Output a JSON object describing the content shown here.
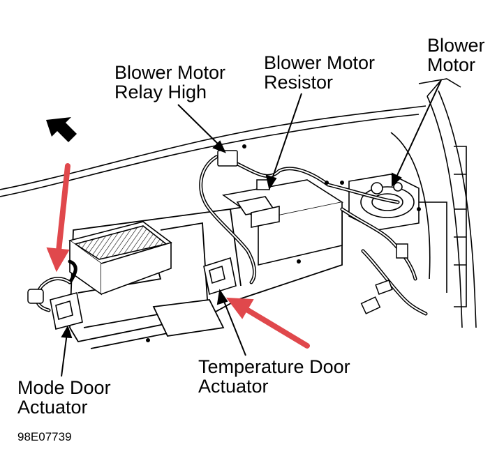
{
  "labels": {
    "relay": [
      "Blower Motor",
      "Relay High"
    ],
    "resistor": [
      "Blower Motor",
      "Resistor"
    ],
    "motor": [
      "Blower",
      "Motor"
    ],
    "temp_actuator": [
      "Temperature Door",
      "Actuator"
    ],
    "mode_actuator": [
      "Mode Door",
      "Actuator"
    ],
    "figure_code": "98E07739"
  },
  "colors": {
    "ink": "#000000",
    "highlight_arrow": "#e0484c"
  },
  "icons": {
    "direction": "forward-arrow-icon",
    "highlight": "red-pointer-arrow-icon"
  }
}
